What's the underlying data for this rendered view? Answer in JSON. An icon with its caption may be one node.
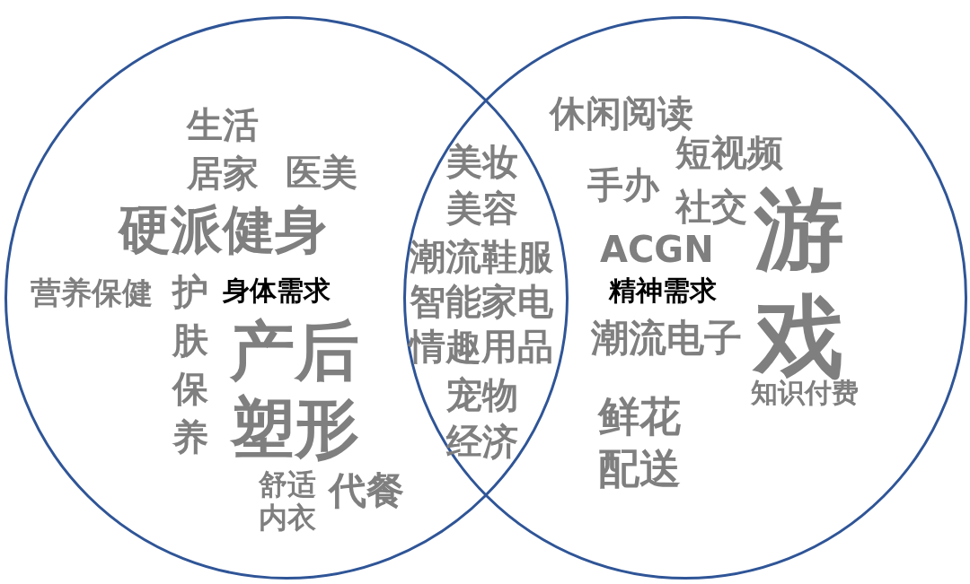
{
  "diagram": {
    "nodes": [
      {
        "text": [
          "生活居家",
          "医美",
          "硬派健身",
          "营养保健",
          "护肤保养",
          "身体需求",
          "产后塑形",
          "舒适内衣",
          "代餐"
        ]
      },
      {
        "text": [
          "休闲阅读",
          "短视频",
          "手办",
          "社交",
          "ACGN",
          "精神需求",
          "潮流电子",
          "游戏",
          "知识付费",
          "鲜花配送"
        ]
      }
    ],
    "edges": [],
    "labels": [
      "美妆",
      "美容",
      "潮流鞋服",
      "智能家电",
      "情趣用品",
      "宠物经济"
    ]
  }
}
